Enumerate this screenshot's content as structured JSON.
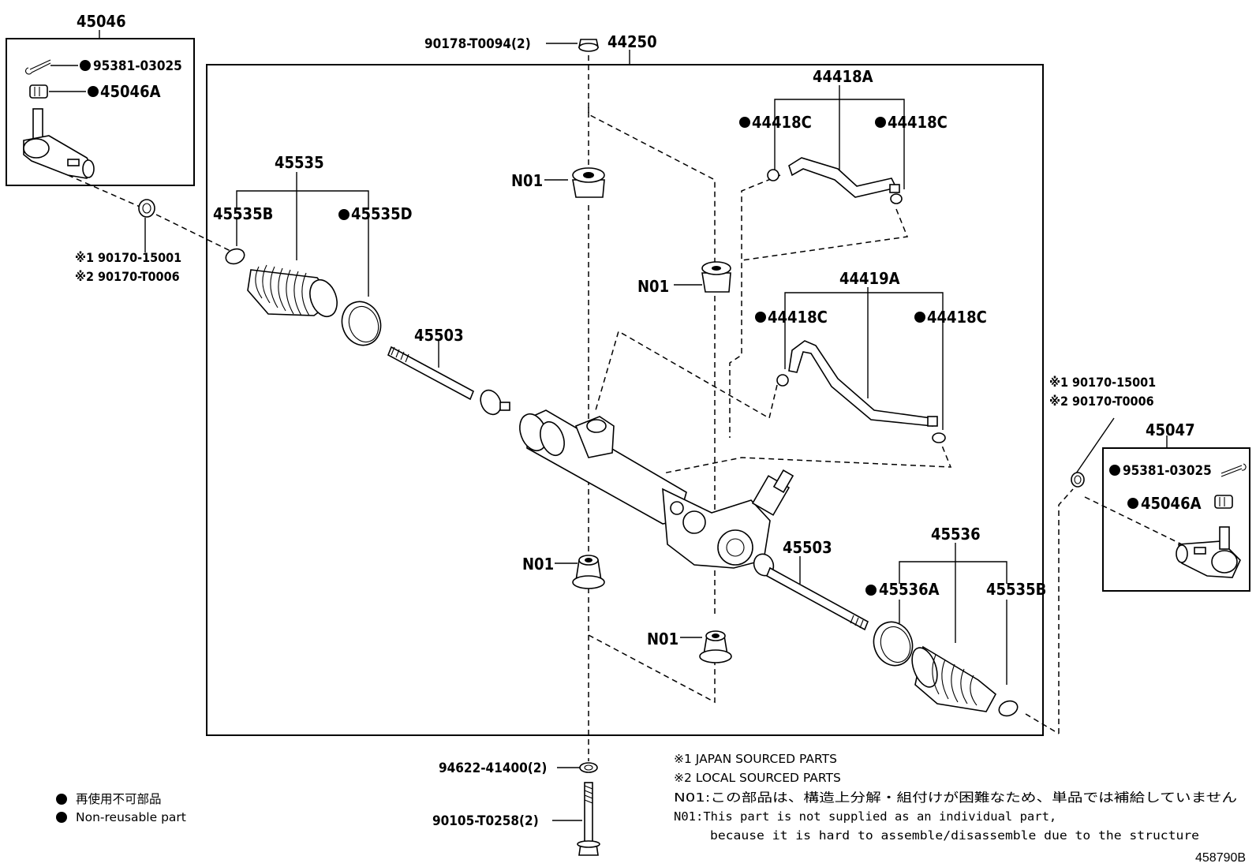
{
  "labels": {
    "tie_rod_end_lh": "45046",
    "cotter_pin_lh": "95381-03025",
    "nut_lh": "45046A",
    "rack_assy": "44250",
    "bolt_top": "90178-T0094(2)",
    "tube_a": "44418A",
    "tube_a_oring_left": "44418C",
    "tube_a_oring_right": "44418C",
    "tube_b": "44419A",
    "tube_b_oring_left": "44418C",
    "tube_b_oring_right": "44418C",
    "boot_lh": "45535",
    "boot_clip_lh": "45535B",
    "boot_clamp_lh": "45535D",
    "grommet_note_lh_1": "※1 90170-15001",
    "grommet_note_lh_2": "※2 90170-T0006",
    "inner_rod_lh": "45503",
    "inner_rod_rh": "45503",
    "n01_a": "N01",
    "n01_b": "N01",
    "n01_c": "N01",
    "n01_d": "N01",
    "grommet_note_rh_1": "※1 90170-15001",
    "grommet_note_rh_2": "※2 90170-T0006",
    "tie_rod_end_rh": "45047",
    "cotter_pin_rh": "95381-03025",
    "nut_rh": "45046A",
    "boot_rh": "45536",
    "boot_clamp_rh": "45536A",
    "boot_clip_rh": "45535B",
    "washer_bottom": "94622-41400(2)",
    "bolt_bottom": "90105-T0258(2)"
  },
  "legend": {
    "jp": "再使用不可部品",
    "en": "Non-reusable part"
  },
  "notes": {
    "n1": "※1 JAPAN SOURCED PARTS",
    "n2": "※2 LOCAL SOURCED PARTS",
    "n3": "N01:この部品は、構造上分解・組付けが困難なため、単品では補給していません",
    "n4": "N01:This part is not supplied as an individual part,",
    "n5": "because it is hard to assemble/disassemble due to the structure"
  },
  "diagram_code": "458790B"
}
